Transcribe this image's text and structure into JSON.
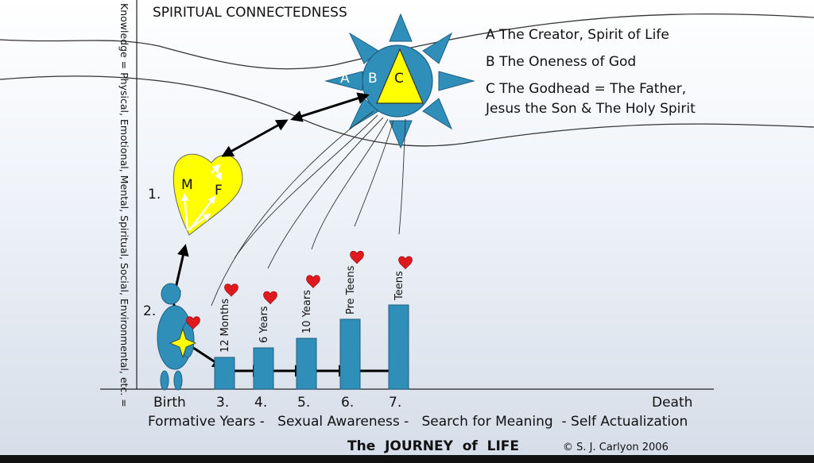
{
  "title": "SPIRITUAL CONNECTEDNESS",
  "y_axis_label": "Knowledge = Physical, Emotional, Mental, Spiritual, Social, Environmental, etc. =",
  "legend": {
    "a": "A  The Creator, Spirit of Life",
    "b": "B  The Oneness of God",
    "c1": "C  The Godhead = The Father,",
    "c2": "Jesus the Son & The Holy Spirit"
  },
  "sun_letters": {
    "a": "A",
    "b": "B",
    "c": "C"
  },
  "heart_letters": {
    "m": "M",
    "f": "F"
  },
  "markers": {
    "one": "1.",
    "two": "2."
  },
  "bars": [
    {
      "label": "12 Months",
      "height": 40,
      "heart": "red-heart-icon"
    },
    {
      "label": "6 Years",
      "height": 52,
      "heart": "red-heart-icon"
    },
    {
      "label": "10 Years",
      "height": 64,
      "heart": "red-heart-icon"
    },
    {
      "label": "Pre Teens",
      "height": 88,
      "heart": "red-heart-icon"
    },
    {
      "label": "Teens",
      "height": 106,
      "heart": "red-heart-icon"
    }
  ],
  "x_labels": {
    "birth": "Birth",
    "s3": "3.",
    "s4": "4.",
    "s5": "5.",
    "s6": "6.",
    "s7": "7.",
    "death": "Death"
  },
  "stages_line": "Formative Years -   Sexual Awareness -   Search for Meaning  - Self Actualization",
  "footer_title": "The  JOURNEY  of  LIFE",
  "copyright": "© S. J. Carlyon 2006",
  "colors": {
    "blue": "#2f8fb9",
    "yellow": "#ffff00",
    "heart_red": "#e0191f",
    "dark_blue": "#1f4e79"
  }
}
